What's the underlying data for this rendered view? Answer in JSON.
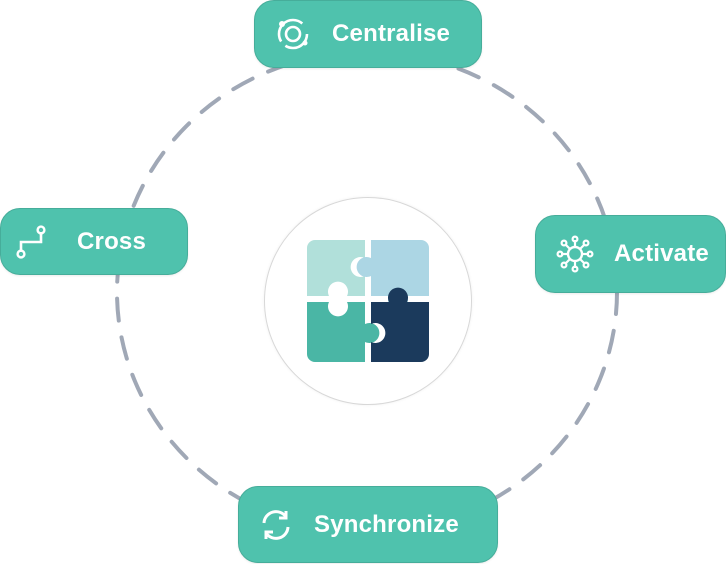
{
  "nodes": [
    {
      "label": "Centralise",
      "icon": "orbit-icon"
    },
    {
      "label": "Activate",
      "icon": "virus-network-icon"
    },
    {
      "label": "Cross",
      "icon": "route-path-icon"
    },
    {
      "label": "Synchronize",
      "icon": "sync-arrows-icon"
    }
  ],
  "center": {
    "icon": "puzzle-pieces-icon"
  },
  "colors": {
    "pill": "#4fc2ad",
    "ring": "#a0a8b6",
    "piece_top_left": "#b1e0da",
    "piece_top_right": "#acd6e4",
    "piece_bottom_left": "#4ab6a5",
    "piece_bottom_right": "#1b3a5c"
  }
}
